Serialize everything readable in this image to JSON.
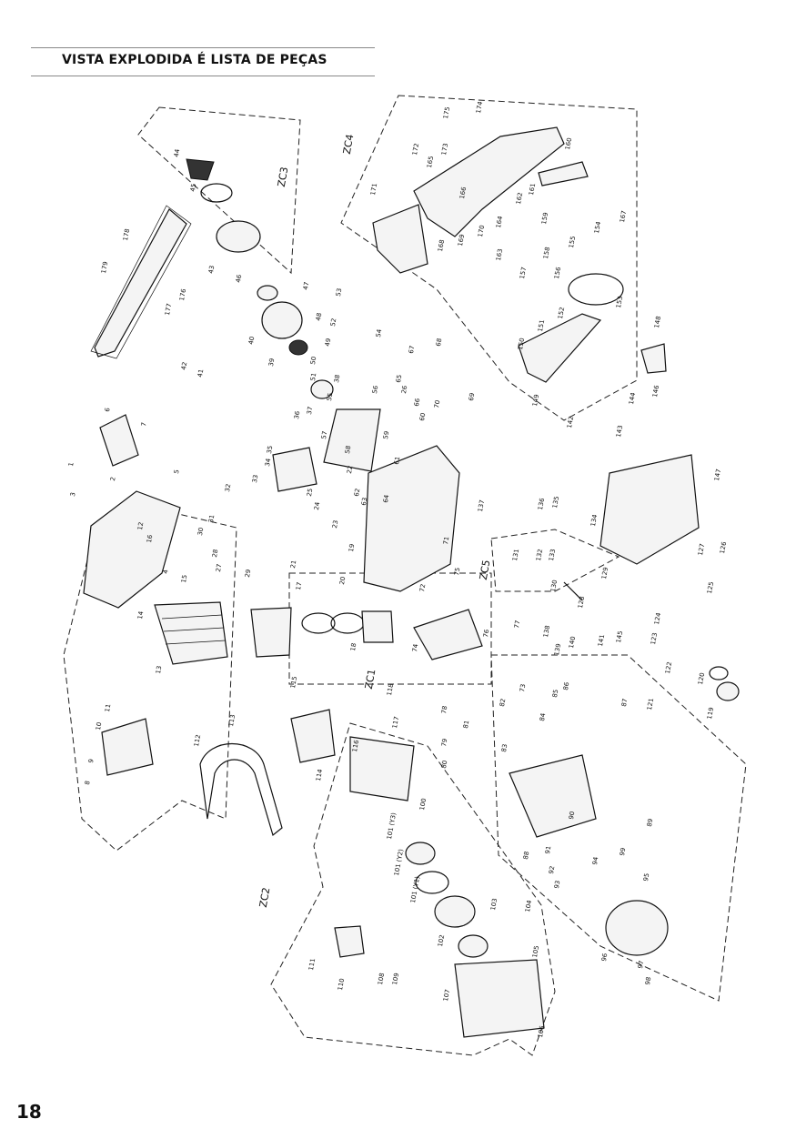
{
  "header": {
    "title": "VISTA EXPLODIDA  É LISTA DE PEÇAS"
  },
  "page": {
    "number": "18"
  },
  "diagram": {
    "zones": [
      "ZC1",
      "ZC2",
      "ZC3",
      "ZC4",
      "ZC5"
    ],
    "part_labels": [
      "1",
      "2",
      "3",
      "4",
      "5",
      "6",
      "7",
      "8",
      "9",
      "10",
      "11",
      "12",
      "13",
      "14",
      "15",
      "16",
      "17",
      "18",
      "19",
      "20",
      "21",
      "22",
      "23",
      "24",
      "25",
      "26",
      "27",
      "28",
      "29",
      "30",
      "31",
      "32",
      "33",
      "34",
      "35",
      "36",
      "37",
      "38",
      "39",
      "40",
      "41",
      "42",
      "43",
      "44",
      "45",
      "46",
      "47",
      "48",
      "49",
      "50",
      "51",
      "52",
      "53",
      "54",
      "55",
      "56",
      "57",
      "58",
      "59",
      "60",
      "61",
      "62",
      "63",
      "64",
      "65",
      "66",
      "67",
      "68",
      "69",
      "70",
      "71",
      "72",
      "73",
      "74",
      "75",
      "76",
      "77",
      "78",
      "79",
      "80",
      "81",
      "82",
      "83",
      "84",
      "85",
      "86",
      "87",
      "88",
      "89",
      "90",
      "91",
      "92",
      "93",
      "94",
      "95",
      "96",
      "97",
      "98",
      "99",
      "100",
      "101 (Y1)",
      "101 (Y2)",
      "101 (Y3)",
      "102",
      "103",
      "104",
      "105",
      "106",
      "107",
      "108",
      "109",
      "110",
      "111",
      "112",
      "113",
      "114",
      "115",
      "116",
      "117",
      "118",
      "119",
      "120",
      "121",
      "122",
      "123",
      "124",
      "125",
      "126",
      "127",
      "128",
      "129",
      "130",
      "131",
      "132",
      "133",
      "134",
      "135",
      "136",
      "137",
      "138",
      "139",
      "140",
      "141",
      "142",
      "143",
      "144",
      "145",
      "146",
      "147",
      "148",
      "149",
      "150",
      "151",
      "152",
      "153",
      "154",
      "155",
      "156",
      "157",
      "158",
      "159",
      "160",
      "161",
      "162",
      "163",
      "164",
      "165",
      "166",
      "167",
      "168",
      "169",
      "170",
      "171",
      "172",
      "173",
      "174",
      "175",
      "176",
      "177",
      "178",
      "179"
    ]
  }
}
